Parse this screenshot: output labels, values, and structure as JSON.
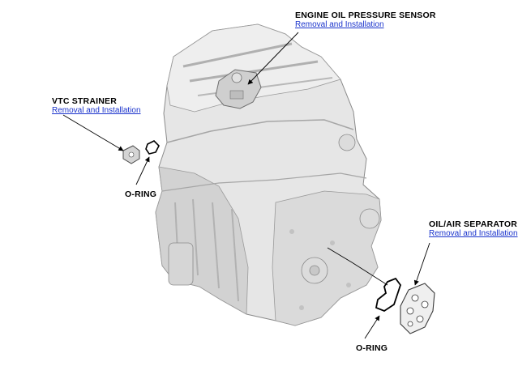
{
  "callouts": {
    "oil_pressure_sensor": {
      "title": "ENGINE OIL PRESSURE SENSOR",
      "link": "Removal and Installation"
    },
    "vtc_strainer": {
      "title": "VTC STRAINER",
      "link": "Removal and Installation"
    },
    "oil_air_separator": {
      "title": "OIL/AIR SEPARATOR",
      "link": "Removal and Installation"
    }
  },
  "labels": {
    "o_ring_top": "O-RING",
    "o_ring_bottom": "O-RING"
  },
  "colors": {
    "link": "#1a33cc",
    "text": "#000000",
    "engine_fill": "#e6e6e6",
    "engine_shade": "#c4c4c4",
    "engine_edge": "#8a8a8a"
  }
}
